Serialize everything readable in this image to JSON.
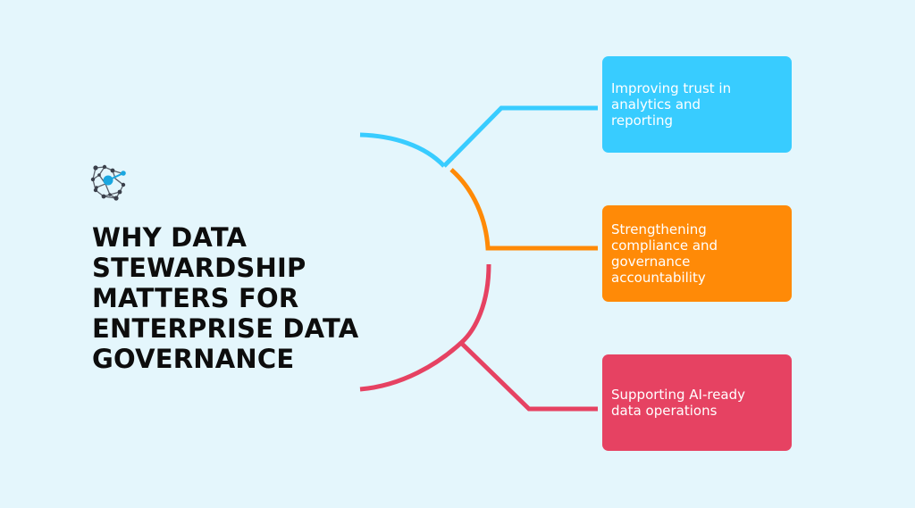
{
  "title_lines": [
    "WHY DATA",
    "STEWARDSHIP",
    "MATTERS FOR",
    "ENTERPRISE DATA",
    "GOVERNANCE"
  ],
  "logo": {
    "icon": "network-nodes-logo",
    "node_color": "#3a3f4a",
    "accent_color": "#1aa7e0"
  },
  "cards": [
    {
      "lines": [
        "Improving trust in",
        "analytics and",
        "reporting"
      ],
      "color": "#38ccff"
    },
    {
      "lines": [
        "Strengthening",
        "compliance and",
        "governance",
        "accountability"
      ],
      "color": "#ff8a07"
    },
    {
      "lines": [
        "Supporting AI-ready",
        "data operations"
      ],
      "color": "#e64262"
    }
  ]
}
